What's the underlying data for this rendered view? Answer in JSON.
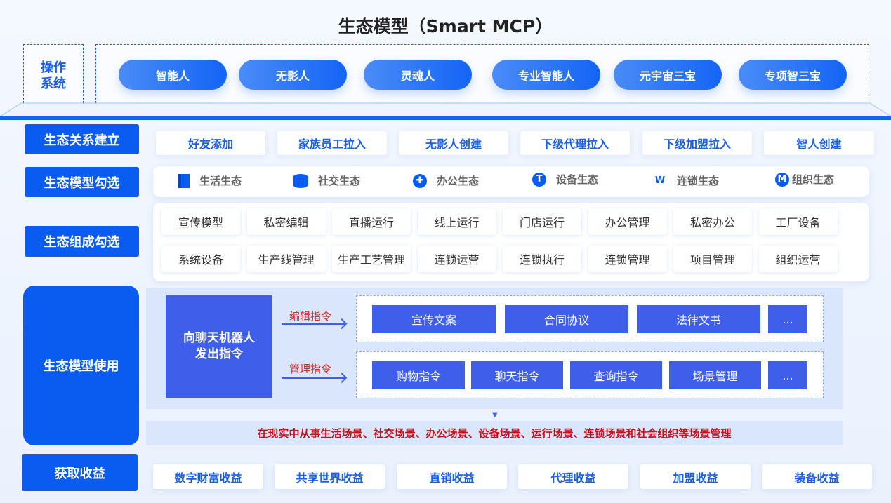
{
  "title": "生态模型（Smart MCP）",
  "os": {
    "label": "操作系统",
    "items": [
      "智能人",
      "无影人",
      "灵魂人",
      "专业智能人",
      "元宇宙三宝",
      "专项智三宝"
    ]
  },
  "relation": {
    "label": "生态关系建立",
    "items": [
      "好友添加",
      "家族员工拉入",
      "无影人创建",
      "下级代理拉入",
      "下级加盟拉入",
      "智人创建"
    ]
  },
  "model_select": {
    "label": "生态模型勾选",
    "items": [
      {
        "icon": "cube-icon",
        "label": "生活生态"
      },
      {
        "icon": "cylinder-icon",
        "label": "社交生态"
      },
      {
        "icon": "quad-circle-icon",
        "label": "办公生态",
        "glyph": "✚"
      },
      {
        "icon": "t-circle-icon",
        "label": "设备生态",
        "glyph": "T"
      },
      {
        "icon": "w-wave-icon",
        "label": "连锁生态",
        "glyph": "W"
      },
      {
        "icon": "m-circle-icon",
        "label": "组织生态",
        "glyph": "M"
      }
    ]
  },
  "composition": {
    "label": "生态组成勾选",
    "row1": [
      "宣传模型",
      "私密编辑",
      "直播运行",
      "线上运行",
      "门店运行",
      "办公管理",
      "私密办公",
      "工厂设备"
    ],
    "row2": [
      "系统设备",
      "生产线管理",
      "生产工艺管理",
      "连锁运营",
      "连锁执行",
      "连锁管理",
      "项目管理",
      "组织运营"
    ]
  },
  "usage": {
    "label": "生态模型使用",
    "sender": "向聊天机器人发出指令",
    "edit_label": "编辑指令",
    "edit_items": [
      "宣传文案",
      "合同协议",
      "法律文书",
      "..."
    ],
    "manage_label": "管理指令",
    "manage_items": [
      "购物指令",
      "聊天指令",
      "查询指令",
      "场景管理",
      "..."
    ],
    "summary": "在现实中从事生活场景、社交场景、办公场景、设备场景、运行场景、连锁场景和社会组织等场景管理"
  },
  "income": {
    "label": "获取收益",
    "items": [
      "数字财富收益",
      "共享世界收益",
      "直销收益",
      "代理收益",
      "加盟收益",
      "装备收益"
    ]
  }
}
